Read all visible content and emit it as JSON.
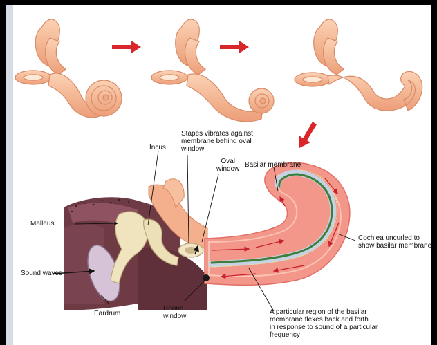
{
  "labels": {
    "stapes": [
      "Stapes vibrates against",
      "membrane behind oval",
      "window"
    ],
    "incus": "Incus",
    "oval_window": [
      "Oval",
      "window"
    ],
    "basilar_membrane": "Basilar membrane",
    "malleus": "Malleus",
    "cochlea": [
      "Cochlea uncurled to",
      "show basilar membrane"
    ],
    "sound_waves": "Sound waves",
    "eardrum": "Eardrum",
    "round_window": [
      "Round",
      "window"
    ],
    "region": [
      "A particular region of the basilar",
      "membrane flexes back and forth",
      "in response to sound of a particular",
      "frequency"
    ]
  },
  "colors": {
    "flesh": "#f6b48f",
    "arrow": "#d8262b",
    "cochlea_fill": "#f3978a",
    "membrane_green": "#3f7d3a",
    "membrane_blue": "#c4d3e4",
    "tissue": "#6e3a44",
    "bone": "#f0e4bf"
  }
}
